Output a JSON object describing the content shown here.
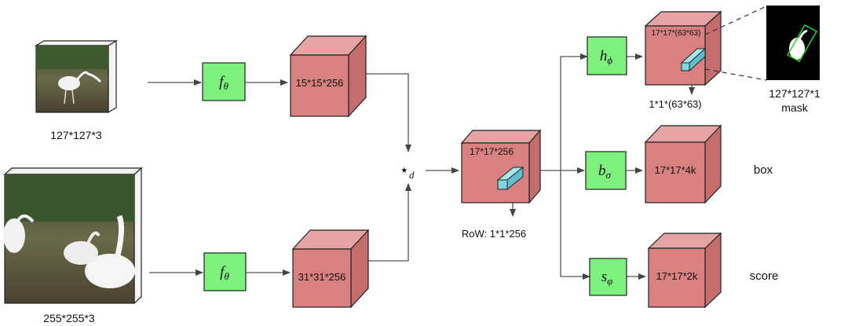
{
  "inputs": {
    "exemplar_size": "127*127*3",
    "search_size": "255*255*3"
  },
  "functions": {
    "f_top": "f",
    "f_top_sub": "θ",
    "f_bottom": "f",
    "f_bottom_sub": "θ",
    "h": "h",
    "h_sub": "ϕ",
    "b": "b",
    "b_sub": "σ",
    "s": "s",
    "s_sub": "φ"
  },
  "features": {
    "exemplar_feat": "15*15*256",
    "search_feat": "31*31*256",
    "corr_feat": "17*17*256",
    "mask_feat": "17*17*(63*63)",
    "box_feat": "17*17*4k",
    "score_feat": "17*17*2k"
  },
  "operator": {
    "symbol": "⋆",
    "sub": "d"
  },
  "labels": {
    "row": "RoW: 1*1*256",
    "mask_vec": "1*1*(63*63)",
    "mask_size": "127*127*1",
    "mask": "mask",
    "box": "box",
    "score": "score"
  },
  "colors": {
    "cube_front": "#d98080",
    "cube_top": "#e6a3a3",
    "cube_side": "#c56d6d",
    "func_box": "#7ef07e",
    "row_bar": "#7fd6e0",
    "arrow": "#555555"
  }
}
